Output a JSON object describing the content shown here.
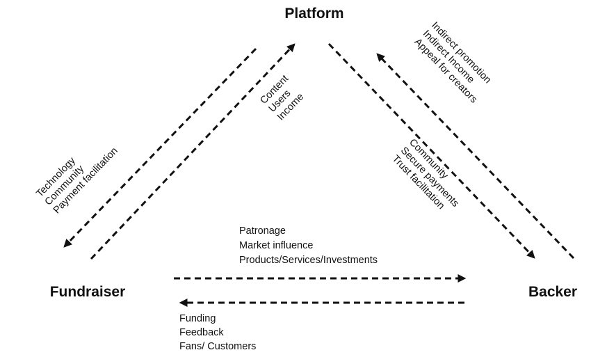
{
  "nodes": {
    "platform": "Platform",
    "fundraiser": "Fundraiser",
    "backer": "Backer"
  },
  "labels": {
    "platform_to_fundraiser": [
      "Technology",
      "Community",
      "Payment facilitation"
    ],
    "fundraiser_to_platform": [
      "Content",
      "Users",
      "Income"
    ],
    "backer_to_platform": [
      "Indirect promotion",
      "Indirect Income",
      "Appeal for creators"
    ],
    "platform_to_backer": [
      "Community",
      "Secure payments",
      "Trust facilitation"
    ],
    "fundraiser_to_backer": [
      "Patronage",
      "Market influence",
      "Products/Services/Investments"
    ],
    "backer_to_fundraiser": [
      "Funding",
      "Feedback",
      "Fans/ Customers"
    ]
  }
}
